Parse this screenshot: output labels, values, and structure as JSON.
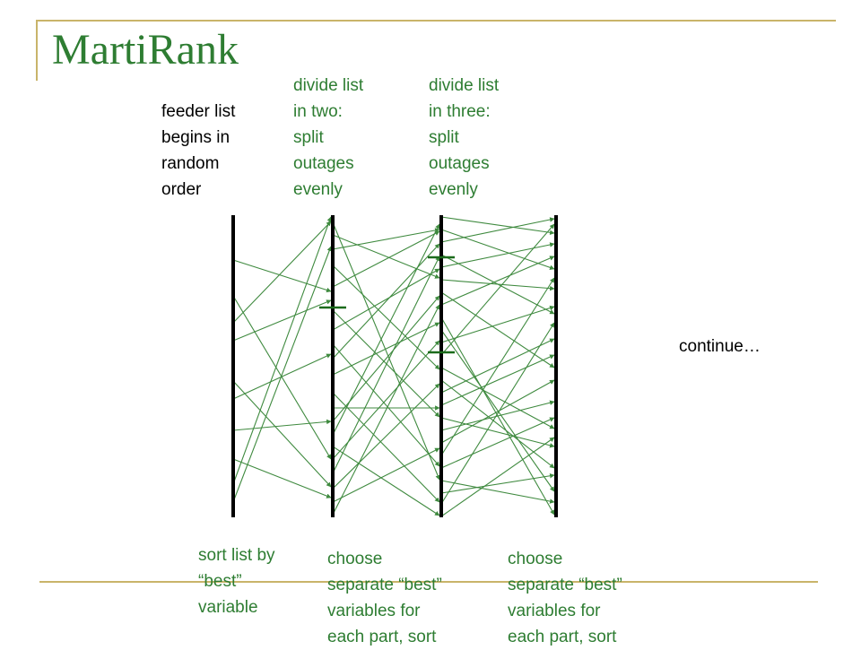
{
  "slide": {
    "title": "MartiRank",
    "notes": {
      "feeder": "feeder list\nbegins in\nrandom\norder",
      "divide_two": "divide list\nin two:\nsplit\noutages\nevenly",
      "divide_three": "divide list\nin three:\nsplit\noutages\nevenly",
      "sort": "sort list by\n“best”\nvariable",
      "choose_1": "choose\nseparate “best”\nvariables for\neach part, sort",
      "choose_2": "choose\nseparate “best”\nvariables for\neach part, sort",
      "continue": "continue…"
    }
  },
  "colors": {
    "title": "#2e7d32",
    "arrow": "#3f8a3f",
    "column": "#000000",
    "split_marker": "#1b6b1b",
    "frame": "#c9b46a"
  }
}
